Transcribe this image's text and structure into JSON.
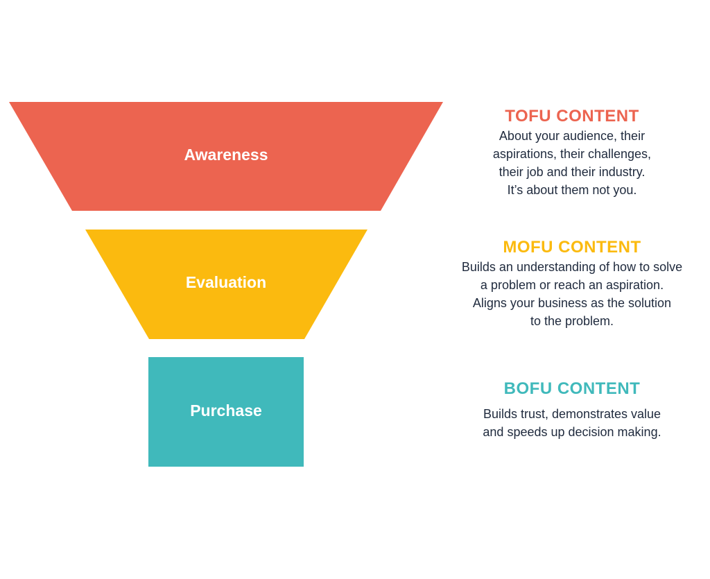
{
  "colors": {
    "tofu": "#ec6450",
    "mofu": "#fbba0f",
    "bofu": "#40b9bb",
    "text": "#1f2a3d",
    "stage_text": "#ffffff",
    "background": "#ffffff"
  },
  "stages": [
    {
      "label": "Awareness"
    },
    {
      "label": "Evaluation"
    },
    {
      "label": "Purchase"
    }
  ],
  "descriptions": {
    "tofu": {
      "heading": "TOFU CONTENT",
      "lines": [
        "About your audience, their",
        "aspirations, their challenges,",
        "their job and their industry.",
        "It’s about them not you."
      ]
    },
    "mofu": {
      "heading": "MOFU CONTENT",
      "lines": [
        "Builds an understanding of how to solve",
        "a problem or reach an aspiration.",
        "Aligns your business as the solution",
        "to the problem."
      ]
    },
    "bofu": {
      "heading": "BOFU CONTENT",
      "lines": [
        "Builds trust, demonstrates value",
        "and speeds up decision making."
      ]
    }
  }
}
